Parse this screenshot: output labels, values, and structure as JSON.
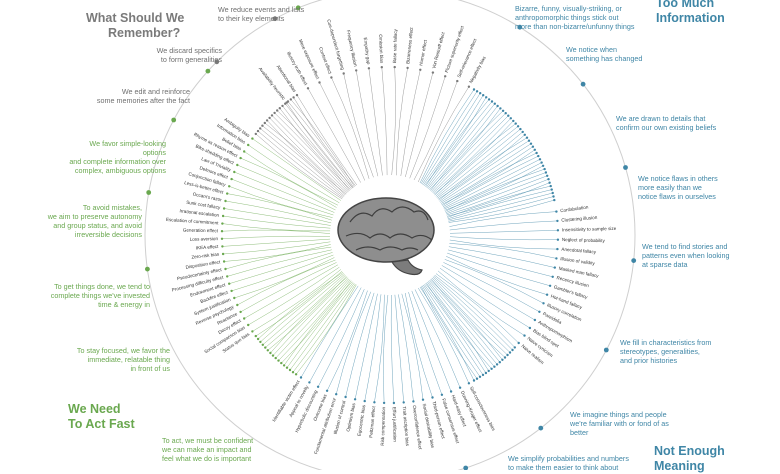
{
  "quadrants": {
    "remember": {
      "title_line1": "What Should We",
      "title_line2": "Remember?",
      "color": "#7a7a7a",
      "captions": [
        {
          "lines": [
            "We reduce events and lists",
            "to their key elements"
          ]
        },
        {
          "lines": [
            "We discard specifics",
            "to form generalities"
          ]
        },
        {
          "lines": [
            "We edit and reinforce",
            "some memories after the fact"
          ]
        }
      ]
    },
    "information": {
      "title_line1": "Too Much",
      "title_line2": "Information",
      "color": "#3f86a6",
      "captions": [
        {
          "lines": [
            "Bizarre, funny, visually-striking, or",
            "anthropomorphic things stick out",
            "more than non-bizarre/unfunny things"
          ]
        },
        {
          "lines": [
            "We notice when",
            "something has changed"
          ]
        },
        {
          "lines": [
            "We are drawn to details that",
            "confirm our own existing beliefs"
          ]
        },
        {
          "lines": [
            "We notice flaws in others",
            "more easily than we",
            "notice flaws in ourselves"
          ]
        }
      ]
    },
    "meaning": {
      "title_line1": "Not Enough",
      "title_line2": "Meaning",
      "color": "#3f86a6",
      "captions": [
        {
          "lines": [
            "We tend to find stories and",
            "patterns even when looking",
            "at sparse data"
          ]
        },
        {
          "lines": [
            "We fill in characteristics from",
            "stereotypes, generalities,",
            "and prior histories"
          ]
        },
        {
          "lines": [
            "We imagine things and people",
            "we're familiar with or fond of as",
            "better"
          ]
        },
        {
          "lines": [
            "We simplify probabilities and numbers",
            "to make them easier to think about"
          ]
        }
      ]
    },
    "act": {
      "title_line1": "We Need",
      "title_line2": "To Act Fast",
      "color": "#6aa84f",
      "captions": [
        {
          "lines": [
            "We favor simple-looking options",
            "and complete information over",
            "complex, ambiguous options"
          ]
        },
        {
          "lines": [
            "To avoid mistakes,",
            "we aim to preserve autonomy",
            "and group status, and avoid",
            "irreversible decisions"
          ]
        },
        {
          "lines": [
            "To get things done, we tend to",
            "complete things we've invested",
            "time & energy in"
          ]
        },
        {
          "lines": [
            "To stay focused, we favor the",
            "immediate, relatable thing",
            "in front of us"
          ]
        },
        {
          "lines": [
            "To act, we must be confident",
            "we can make an impact and",
            "feel what we do is important"
          ]
        }
      ]
    }
  },
  "bias_labels": {
    "right_side": [
      "Confabulation",
      "Clustering illusion",
      "Insensitivity to sample size",
      "Neglect of probability",
      "Anecdotal fallacy",
      "Illusion of validity",
      "Masked man fallacy",
      "Recency illusion",
      "Gambler's fallacy",
      "Hot-hand fallacy",
      "Illusory correlation",
      "Pareidolia",
      "Anthropomorphism",
      "Bias blind spot",
      "Naive cynicism",
      "Naive realism"
    ],
    "left_side": [
      "Status quo bias",
      "Social comparison bias",
      "Decoy effect",
      "Reactance",
      "Reverse psychology",
      "System justification",
      "Backfire effect",
      "Endowment effect",
      "Processing difficulty effect",
      "Pseudocertainty effect",
      "Disposition effect",
      "Zero-risk bias",
      "IKEA effect",
      "Loss aversion",
      "Generation effect",
      "Escalation of commitment",
      "Irrational escalation",
      "Sunk cost fallacy",
      "Occam's razor",
      "Less-is-better effect",
      "Conjunction fallacy",
      "Delmore effect",
      "Law of Triviality",
      "Bike-shedding effect",
      "Rhyme as reason effect",
      "Belief bias",
      "Information bias",
      "Ambiguity bias"
    ],
    "top_side": [
      "Availability heuristic",
      "Attentional bias",
      "Illusory truth effect",
      "Mere exposure effect",
      "Context effect",
      "Cue-dependent forgetting",
      "Frequency illusion",
      "Empathy gap",
      "Omission bias",
      "Base rate fallacy",
      "Bizarreness effect",
      "Humor effect",
      "Von Restorff effect",
      "Picture superiority effect",
      "Self-relevance effect",
      "Negativity bias"
    ],
    "bottom_side": [
      "Self-consciousness bias",
      "Dunning-Kruger effect",
      "Hard-easy effect",
      "False consensus effect",
      "Third-person effect",
      "Social desirability bias",
      "Overconfidence effect",
      "Trait ascription bias",
      "Effort justification",
      "Risk compensation",
      "Peltzman effect",
      "Egocentric bias",
      "Optimism bias",
      "Illusion of control",
      "Fundamental attribution error",
      "Outcome bias",
      "Hyperbolic discounting",
      "Appeal to novelty",
      "Identifiable victim effect"
    ]
  },
  "colors": {
    "grey": "#7a7a7a",
    "teal": "#3f86a6",
    "green": "#6aa84f",
    "brain": "#8c8c8c"
  }
}
